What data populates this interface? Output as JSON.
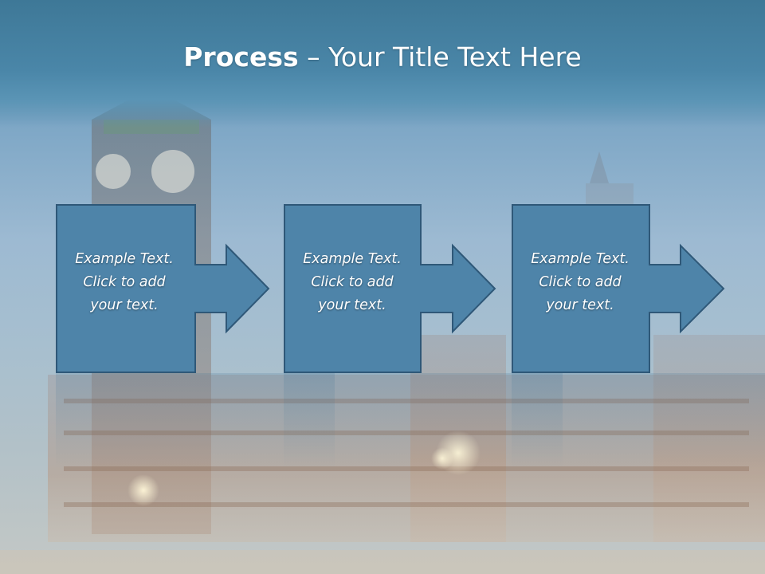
{
  "slide": {
    "title_bold": "Process",
    "title_rest": " – Your Title Text Here"
  },
  "steps": [
    {
      "line1": "Example Text.",
      "line2": "Click  to add",
      "line3": "your text."
    },
    {
      "line1": "Example Text.",
      "line2": "Click  to add",
      "line3": "your text."
    },
    {
      "line1": "Example Text.",
      "line2": "Click  to add",
      "line3": "your text."
    }
  ],
  "colors": {
    "shape_fill": "#4e84a9",
    "shape_stroke": "#2f5878",
    "title_band": "#4a86a8",
    "text": "#ffffff"
  }
}
